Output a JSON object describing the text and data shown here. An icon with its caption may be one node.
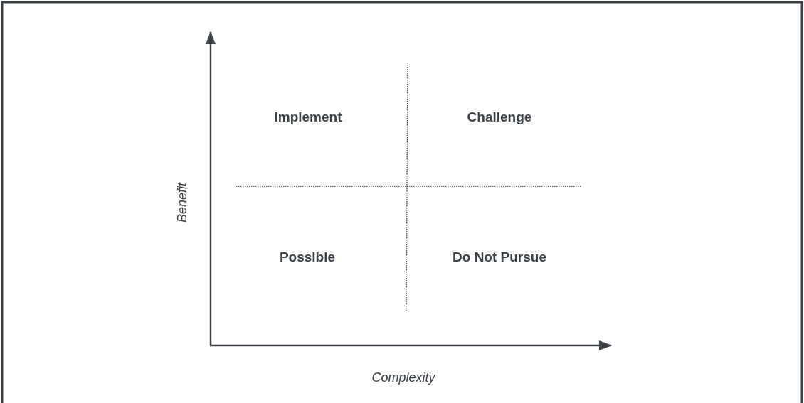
{
  "diagram": {
    "labels": [
      "Implement",
      "Challenge",
      "Benefit",
      "Possible",
      "Do Not Pursue",
      "Complexity"
    ]
  }
}
